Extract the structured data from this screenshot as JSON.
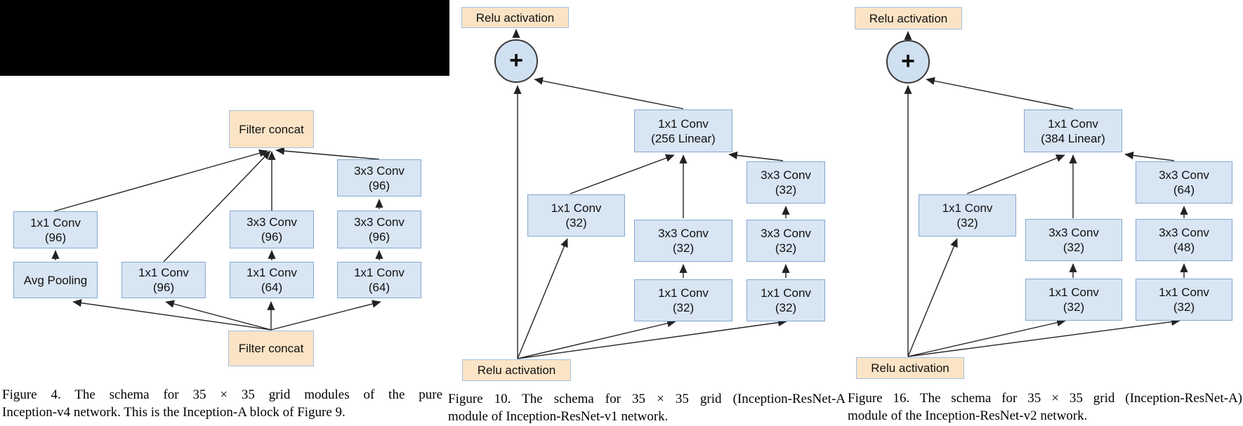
{
  "colors": {
    "node_blue_fill": "#d8e5f3",
    "node_blue_border": "#85a8d0",
    "node_peach_fill": "#fbe4c6",
    "node_peach_border": "#a5c0e0",
    "circle_fill": "#cfe0f0",
    "arrow_color": "#222222",
    "redaction_color": "#000000"
  },
  "fig4": {
    "nodes": {
      "concat_top": "Filter concat",
      "b4_conv3": "3x3 Conv\n(96)",
      "b1_conv": "1x1 Conv\n(96)",
      "b3_conv2": "3x3 Conv\n(96)",
      "b4_conv2": "3x3 Conv\n(96)",
      "b1_pool": "Avg Pooling",
      "b2_conv": "1x1 Conv\n(96)",
      "b3_conv1": "1x1 Conv\n(64)",
      "b4_conv1": "1x1 Conv\n(64)",
      "concat_bottom": "Filter concat"
    },
    "caption": [
      "Figure 4. The schema for 35 × 35 grid modules of the pure",
      "Inception-v4 network. This is the Inception-A block of Figure 9."
    ]
  },
  "fig10": {
    "nodes": {
      "relu_top": "Relu activation",
      "plus": "+",
      "linear": "1x1 Conv\n(256 Linear)",
      "b1": "1x1 Conv\n(32)",
      "b2_conv2": "3x3 Conv\n(32)",
      "b2_conv1": "1x1 Conv\n(32)",
      "b3_conv3": "3x3 Conv\n(32)",
      "b3_conv2": "3x3 Conv\n(32)",
      "b3_conv1": "1x1 Conv\n(32)",
      "relu_bottom": "Relu activation"
    },
    "caption": [
      "Figure 10. The schema for 35 × 35 grid (Inception-ResNet-A",
      "module of Inception-ResNet-v1 network."
    ]
  },
  "fig16": {
    "nodes": {
      "relu_top": "Relu activation",
      "plus": "+",
      "linear": "1x1 Conv\n(384 Linear)",
      "b1": "1x1 Conv\n(32)",
      "b2_conv2": "3x3 Conv\n(32)",
      "b2_conv1": "1x1 Conv\n(32)",
      "b3_conv3": "3x3 Conv\n(64)",
      "b3_conv2": "3x3 Conv\n(48)",
      "b3_conv1": "1x1 Conv\n(32)",
      "relu_bottom": "Relu activation"
    },
    "caption": [
      "Figure 16. The schema for 35 × 35 grid (Inception-ResNet-A)",
      "module of the Inception-ResNet-v2 network."
    ]
  }
}
